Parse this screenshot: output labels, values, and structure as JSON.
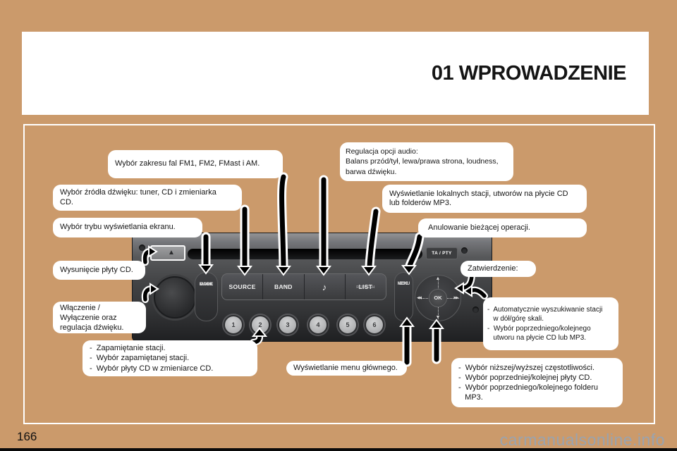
{
  "page": {
    "title": "01 WPROWADZENIE",
    "page_number": "166",
    "watermark": "carmanualsonline.info"
  },
  "colors": {
    "background": "#CB9A6B",
    "callout_bg": "#FFFFFF",
    "watermark": "#9AA3AE",
    "arrow": "#000000",
    "radio_body": "#434446"
  },
  "callouts": {
    "band": {
      "lines": [
        "Wybór zakresu fal FM1, FM2, FMast i AM."
      ]
    },
    "source": {
      "lines": [
        "Wybór źródła dźwięku: tuner, CD i zmieniarka",
        "CD."
      ]
    },
    "display_mode": {
      "lines": [
        "Wybór trybu wyświetlania ekranu."
      ]
    },
    "eject": {
      "lines": [
        "Wysunięcie płyty CD."
      ]
    },
    "power": {
      "lines": [
        "Włączenie /",
        "Wyłączenie oraz",
        "regulacja dźwięku."
      ]
    },
    "presets": {
      "lines": [
        "-  Zapamiętanie stacji.",
        "-  Wybór zapamiętanej stacji.",
        "-  Wybór płyty CD w zmieniarce CD."
      ]
    },
    "audio_options": {
      "lines": [
        "Regulacja opcji audio:",
        "Balans przód/tył, lewa/prawa strona, loudness,",
        "barwa dźwięku."
      ]
    },
    "list": {
      "lines": [
        "Wyświetlanie lokalnych stacji, utworów na płycie CD",
        "lub folderów MP3."
      ]
    },
    "cancel": {
      "lines": [
        "Anulowanie bieżącej operacji."
      ]
    },
    "confirm": {
      "lines": [
        "Zatwierdzenie:"
      ]
    },
    "seek": {
      "lines": [
        "-  Automatycznie wyszukiwanie stacji",
        "   w dół/górę skali.",
        "-  Wybór poprzedniego/kolejnego",
        "   utworu na płycie CD lub MP3."
      ]
    },
    "menu": {
      "lines": [
        "Wyświetlanie menu głównego."
      ]
    },
    "tune": {
      "lines": [
        "-  Wybór niższej/wyższej częstotliwości.",
        "-  Wybór poprzedniej/kolejnej płyty CD.",
        "-  Wybór poprzedniego/kolejnego folderu",
        "   MP3."
      ]
    }
  },
  "radio": {
    "eject_icon": "▲",
    "ta_pty": "TA / PTY",
    "mode": "MODE",
    "dark": "DARK",
    "source": "SOURCE",
    "band": "BAND",
    "band_sub": "AST",
    "note_icon": "♪",
    "list": "LIST",
    "list_sub": "REFRESH",
    "esc": "ESC",
    "menu": "MENU",
    "ok": "OK",
    "dpad_up_icon": "▲",
    "dpad_down_icon": "▼",
    "dpad_left_icon": "◀◀",
    "dpad_right_icon": "▶▶",
    "presets": [
      "1",
      "2",
      "3",
      "4",
      "5",
      "6"
    ]
  }
}
